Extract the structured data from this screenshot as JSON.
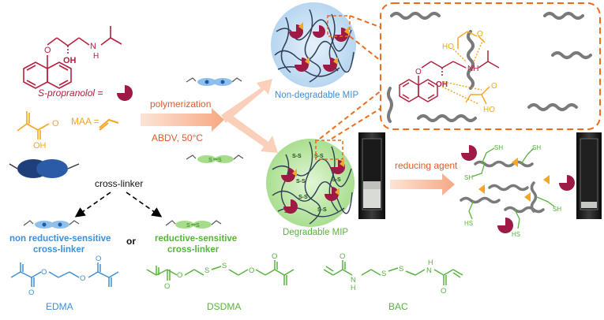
{
  "labels": {
    "propranolol": "S-propranolol =",
    "maa": "MAA =",
    "crosslinker": "cross-linker",
    "or": "or",
    "non_reductive_1": "non reductive-sensitive",
    "non_reductive_2": "cross-linker",
    "reductive_1": "reductive-sensitive",
    "reductive_2": "cross-linker",
    "polymerization": "polymerization",
    "conditions": "ABDV, 50°C",
    "non_degradable": "Non-degradable MIP",
    "degradable": "Degradable MIP",
    "reducing_agent": "reducing agent",
    "edma": "EDMA",
    "dsdma": "DSDMA",
    "bac": "BAC"
  },
  "atoms": {
    "o": "O",
    "oh": "OH",
    "nh": "NH",
    "n_h": "H",
    "n": "N",
    "ho": "HO",
    "s": "S",
    "ss": "S–S",
    "sh": "SH",
    "hs": "HS"
  },
  "colors": {
    "propranolol": "#b4203e",
    "maa": "#f5a623",
    "nonreductive": "#3d8ed8",
    "reductive": "#58b33c",
    "arrow_orange": "#f7b08c",
    "dashed_orange": "#ef6c1a",
    "blue_circle": "#cfe4f6",
    "green_circle": "#c6ecb4"
  }
}
